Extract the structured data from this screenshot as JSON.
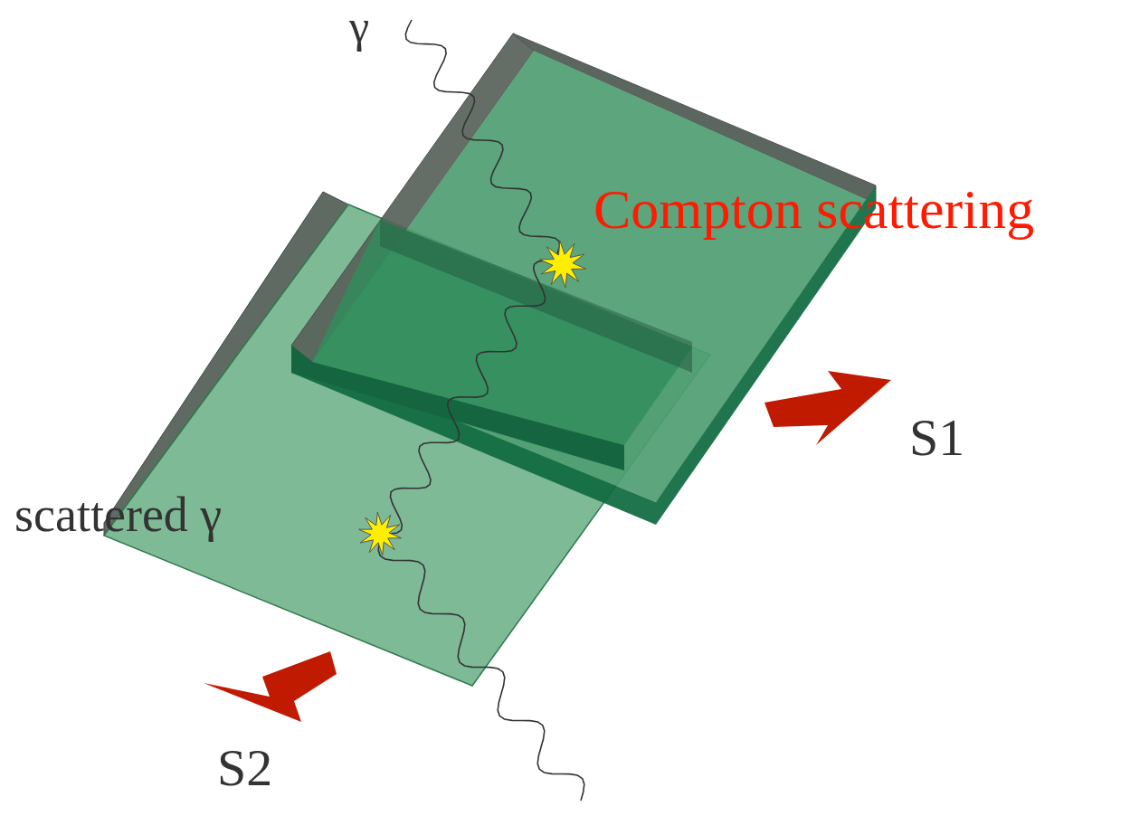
{
  "diagram": {
    "labels": [
      "γ",
      "Compton scattering",
      "S1",
      "scattered γ",
      "S2"
    ]
  }
}
